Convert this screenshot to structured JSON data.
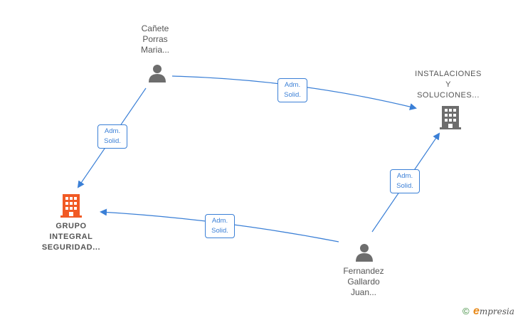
{
  "nodes": {
    "canete": {
      "lines": [
        "Cañete",
        "Porras",
        "Maria..."
      ],
      "icon": "person-icon"
    },
    "instalaciones": {
      "lines": [
        "INSTALACIONES",
        "Y",
        "SOLUCIONES..."
      ],
      "icon": "building-icon"
    },
    "grupo": {
      "lines": [
        "GRUPO",
        "INTEGRAL",
        "SEGURIDAD..."
      ],
      "icon": "building-icon",
      "color": "#f15a24"
    },
    "fernandez": {
      "lines": [
        "Fernandez",
        "Gallardo",
        "Juan..."
      ],
      "icon": "person-icon"
    }
  },
  "edges": [
    {
      "from": "canete",
      "to": "instalaciones",
      "label": [
        "Adm.",
        "Solid."
      ]
    },
    {
      "from": "canete",
      "to": "grupo",
      "label": [
        "Adm.",
        "Solid."
      ]
    },
    {
      "from": "fernandez",
      "to": "instalaciones",
      "label": [
        "Adm.",
        "Solid."
      ]
    },
    {
      "from": "fernandez",
      "to": "grupo",
      "label": [
        "Adm.",
        "Solid."
      ]
    }
  ],
  "colors": {
    "edge": "#3a7fd6",
    "icon_gray": "#6d6d6d",
    "icon_accent": "#f15a24"
  },
  "brand": {
    "copyright": "©",
    "logo_initial": "e",
    "logo_rest": "mpresia"
  }
}
